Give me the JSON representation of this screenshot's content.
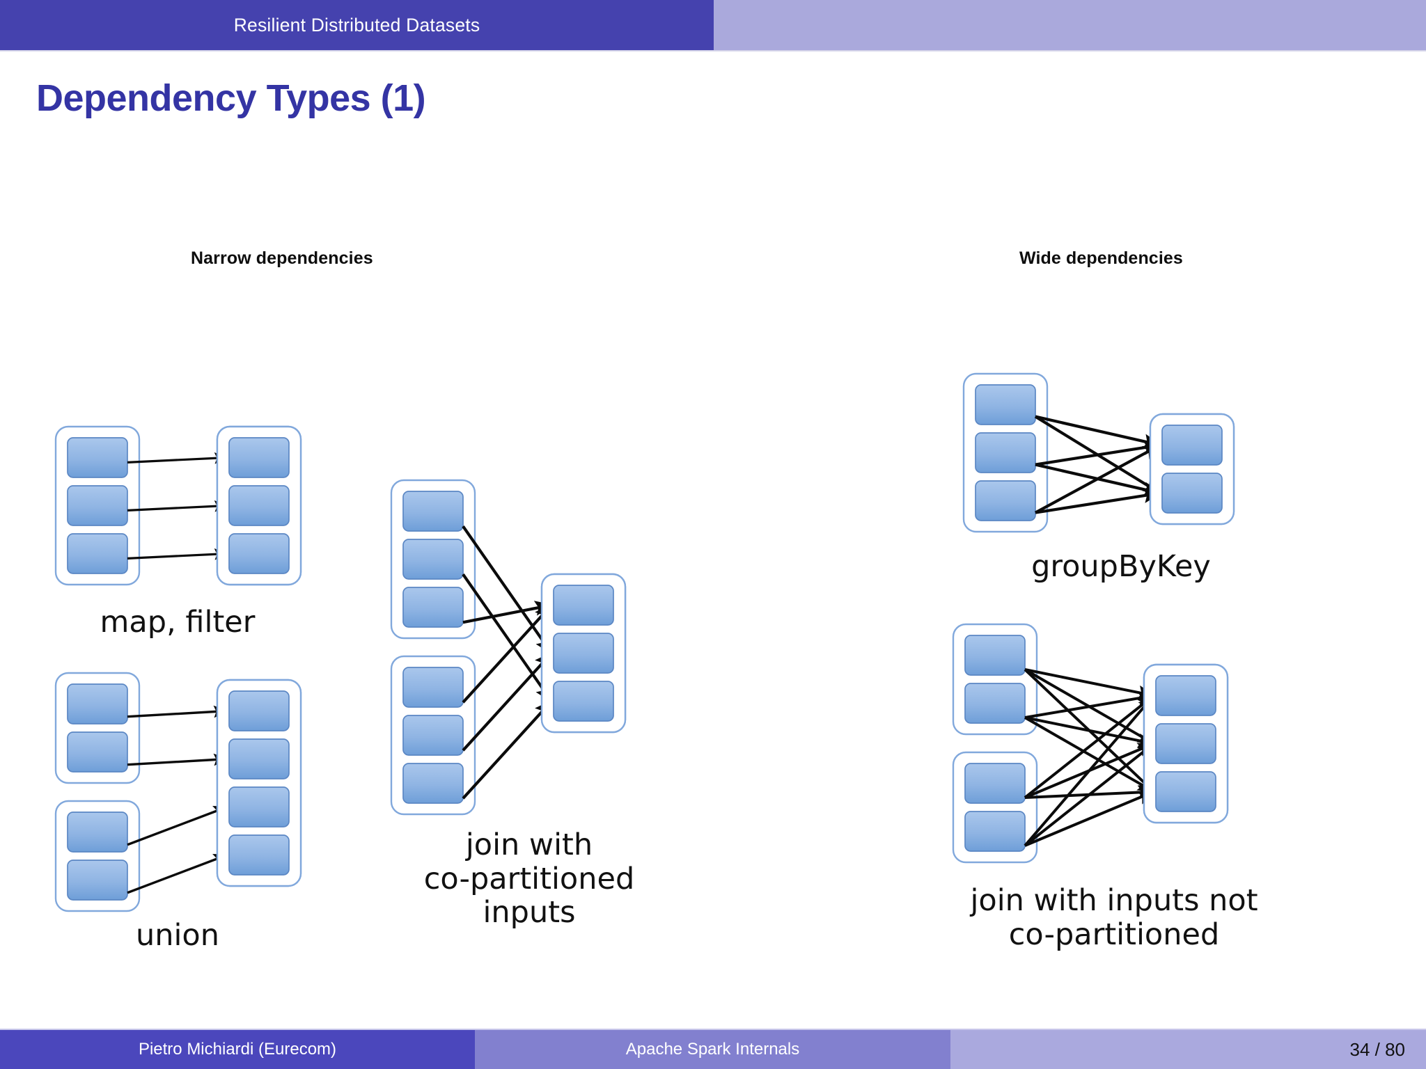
{
  "header": {
    "title": "Resilient Distributed Datasets",
    "bar_dark_color": "#4542ae",
    "bar_light_color": "#aaa9dc"
  },
  "slide": {
    "title": "Dependency Types (1)",
    "title_color": "#3434a4"
  },
  "sections": {
    "narrow_label": "Narrow dependencies",
    "wide_label": "Wide dependencies"
  },
  "diagrams": [
    {
      "id": "map-filter",
      "caption": "map, filter",
      "kind": "narrow",
      "input_groups": [
        [
          1,
          2,
          3
        ]
      ],
      "output_groups": [
        [
          1,
          2,
          3
        ]
      ],
      "edges": [
        [
          0,
          0
        ],
        [
          1,
          1
        ],
        [
          2,
          2
        ]
      ]
    },
    {
      "id": "union",
      "caption": "union",
      "kind": "narrow",
      "input_groups": [
        [
          1,
          2
        ],
        [
          3,
          4
        ]
      ],
      "output_groups": [
        [
          1,
          2,
          3,
          4
        ]
      ],
      "edges": [
        [
          0,
          0
        ],
        [
          1,
          1
        ],
        [
          2,
          2
        ],
        [
          3,
          3
        ]
      ]
    },
    {
      "id": "join-co-partitioned",
      "caption": "join with\nco-partitioned\ninputs",
      "kind": "narrow",
      "input_groups": [
        [
          1,
          2,
          3
        ],
        [
          4,
          5,
          6
        ]
      ],
      "output_groups": [
        [
          1,
          2,
          3
        ]
      ],
      "edges": [
        [
          0,
          1
        ],
        [
          1,
          2
        ],
        [
          2,
          0
        ],
        [
          3,
          0
        ],
        [
          4,
          1
        ],
        [
          5,
          2
        ]
      ]
    },
    {
      "id": "group-by-key",
      "caption": "groupByKey",
      "kind": "wide",
      "input_groups": [
        [
          1,
          2,
          3
        ]
      ],
      "output_groups": [
        [
          1,
          2
        ]
      ],
      "edges": [
        [
          0,
          0
        ],
        [
          0,
          1
        ],
        [
          1,
          0
        ],
        [
          1,
          1
        ],
        [
          2,
          0
        ],
        [
          2,
          1
        ]
      ]
    },
    {
      "id": "join-not-co-partitioned",
      "caption": "join with inputs not\nco-partitioned",
      "kind": "wide",
      "input_groups": [
        [
          1,
          2
        ],
        [
          3,
          4
        ]
      ],
      "output_groups": [
        [
          1,
          2,
          3
        ]
      ],
      "edges": [
        [
          0,
          0
        ],
        [
          0,
          1
        ],
        [
          0,
          2
        ],
        [
          1,
          0
        ],
        [
          1,
          1
        ],
        [
          1,
          2
        ],
        [
          2,
          0
        ],
        [
          2,
          1
        ],
        [
          2,
          2
        ],
        [
          3,
          0
        ],
        [
          3,
          1
        ],
        [
          3,
          2
        ]
      ]
    }
  ],
  "style": {
    "partition_fill_top": "#aac7ec",
    "partition_fill_bottom": "#6e9ed8",
    "partition_stroke": "#5b87c4",
    "rdd_container_stroke": "#81a8dc",
    "arrow_color": "#0b0b0b"
  },
  "footer": {
    "author": "Pietro Michiardi  (Eurecom)",
    "subject": "Apache Spark Internals",
    "page": "34 / 80"
  }
}
